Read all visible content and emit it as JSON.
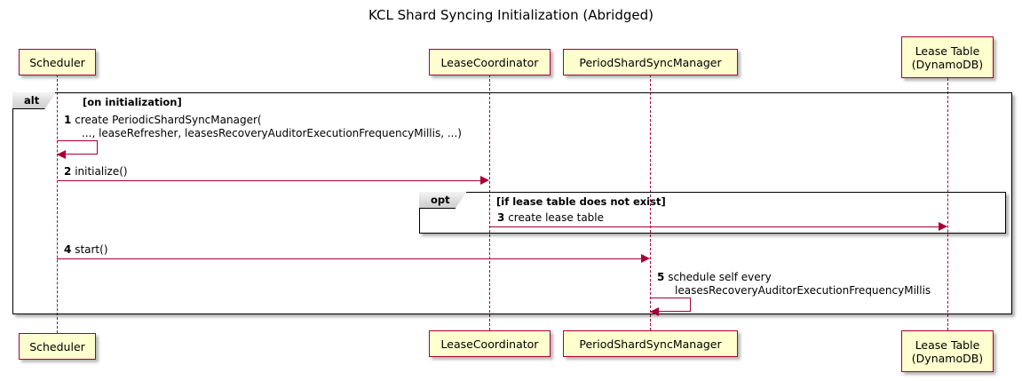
{
  "title": "KCL Shard Syncing Initialization (Abridged)",
  "colors": {
    "participant_fill": "#FEFECE",
    "participant_border": "#A80036",
    "arrow": "#A80036",
    "fragment_border": "#000000",
    "fragment_tab_fill": "#DDDDDD",
    "background": "#FFFFFF"
  },
  "participants": [
    {
      "id": "scheduler",
      "label": "Scheduler",
      "label_line2": ""
    },
    {
      "id": "lease-coordinator",
      "label": "LeaseCoordinator",
      "label_line2": ""
    },
    {
      "id": "period-shard-sync-manager",
      "label": "PeriodShardSyncManager",
      "label_line2": ""
    },
    {
      "id": "lease-table",
      "label": "Lease Table",
      "label_line2": "(DynamoDB)"
    }
  ],
  "fragments": [
    {
      "id": "alt",
      "operator": "alt",
      "condition": "[on initialization]"
    },
    {
      "id": "opt",
      "operator": "opt",
      "condition": "[if lease table does not exist]"
    }
  ],
  "messages": [
    {
      "number": "1",
      "text_line1": "create PeriodicShardSyncManager(",
      "text_line2": "..., leaseRefresher, leasesRecoveryAuditorExecutionFrequencyMillis, ...)",
      "from": "scheduler",
      "to": "scheduler",
      "kind": "self"
    },
    {
      "number": "2",
      "text_line1": "initialize()",
      "text_line2": "",
      "from": "scheduler",
      "to": "lease-coordinator",
      "kind": "call"
    },
    {
      "number": "3",
      "text_line1": "create lease table",
      "text_line2": "",
      "from": "lease-coordinator",
      "to": "lease-table",
      "kind": "call"
    },
    {
      "number": "4",
      "text_line1": "start()",
      "text_line2": "",
      "from": "scheduler",
      "to": "period-shard-sync-manager",
      "kind": "call"
    },
    {
      "number": "5",
      "text_line1": "schedule self every",
      "text_line2": "leasesRecoveryAuditorExecutionFrequencyMillis",
      "from": "period-shard-sync-manager",
      "to": "period-shard-sync-manager",
      "kind": "self"
    }
  ]
}
